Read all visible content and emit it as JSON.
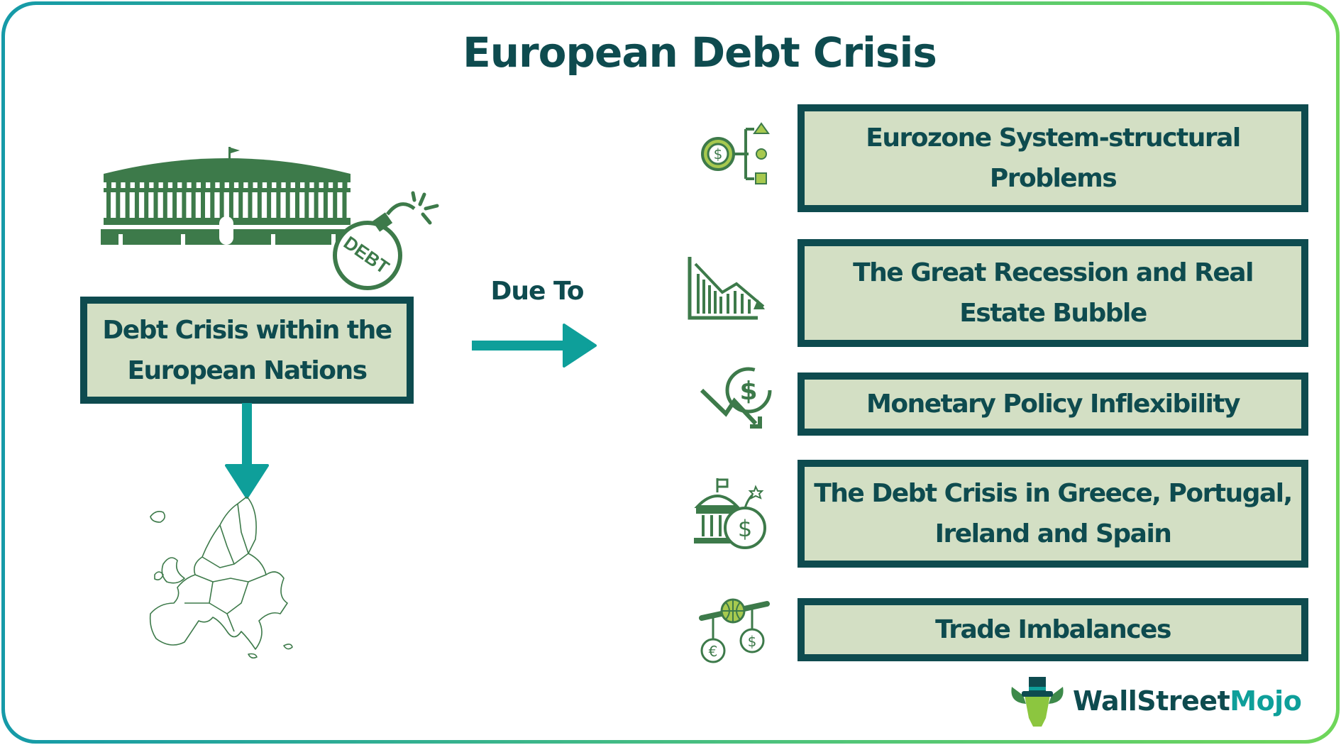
{
  "title": "European Debt Crisis",
  "left": {
    "box_label": "Debt Crisis within the European Nations",
    "bomb_label": "DEBT"
  },
  "connector_label": "Due To",
  "causes": [
    {
      "label": "Eurozone System-structural Problems",
      "icon": "dollar-structure-icon"
    },
    {
      "label": "The Great Recession and Real Estate Bubble",
      "icon": "declining-bar-chart-icon"
    },
    {
      "label": "Monetary Policy Inflexibility",
      "icon": "dollar-down-arrow-icon"
    },
    {
      "label": "The Debt Crisis in Greece, Portugal, Ireland and Spain",
      "icon": "bank-bomb-icon"
    },
    {
      "label": "Trade Imbalances",
      "icon": "globe-currency-scale-icon"
    }
  ],
  "brand": {
    "part1": "WallStreet",
    "part2": "Mojo"
  },
  "colors": {
    "dark": "#0e4b4f",
    "box_fill": "#d3dfc4",
    "arrow": "#0e9f9a",
    "icon_green": "#3d7a4a"
  }
}
